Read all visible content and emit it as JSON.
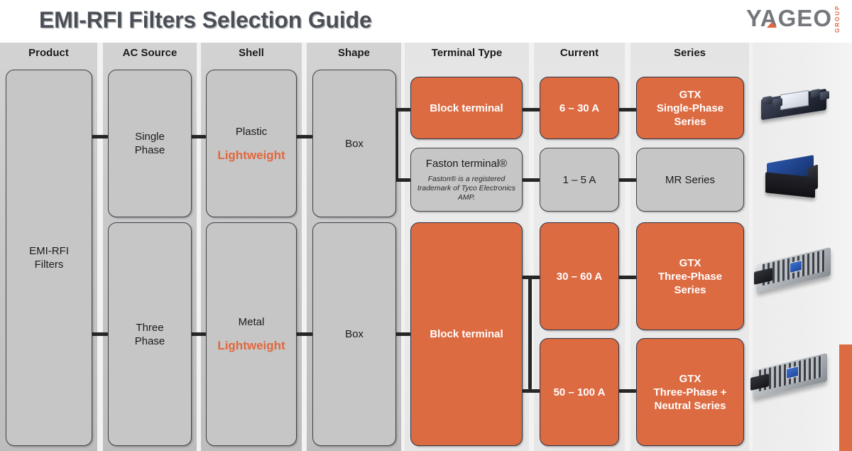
{
  "header": {
    "title": "EMI-RFI Filters Selection Guide",
    "logo": {
      "word": "YAGEO",
      "group": "GROUP"
    }
  },
  "colors": {
    "accent_orange": "#dd6b42",
    "title_gray": "#4a4f57",
    "node_gray": "#c6c6c6",
    "node_border": "#2e3444",
    "column_gray": "#c9c9c9",
    "band_background": "#f2f2f2",
    "highlight_text": "#e2673d"
  },
  "columns": [
    {
      "key": "product",
      "header": "Product"
    },
    {
      "key": "ac_source",
      "header": "AC Source"
    },
    {
      "key": "shell",
      "header": "Shell"
    },
    {
      "key": "shape",
      "header": "Shape"
    },
    {
      "key": "terminal_type",
      "header": "Terminal Type"
    },
    {
      "key": "current",
      "header": "Current"
    },
    {
      "key": "series",
      "header": "Series"
    }
  ],
  "nodes": {
    "product": [
      {
        "id": "emi-rfi-filters",
        "style": "grey",
        "lines": [
          "EMI-RFI",
          "Filters"
        ]
      }
    ],
    "ac_source": [
      {
        "id": "single-phase",
        "style": "grey",
        "lines": [
          "Single",
          "Phase"
        ]
      },
      {
        "id": "three-phase",
        "style": "grey",
        "lines": [
          "Three",
          "Phase"
        ]
      }
    ],
    "shell": [
      {
        "id": "plastic-shell",
        "style": "grey",
        "lines": [
          "Plastic"
        ],
        "accent": "Lightweight"
      },
      {
        "id": "metal-shell",
        "style": "grey",
        "lines": [
          "Metal"
        ],
        "accent": "Lightweight"
      }
    ],
    "shape": [
      {
        "id": "shape-box-top",
        "style": "grey",
        "lines": [
          "Box"
        ]
      },
      {
        "id": "shape-box-bottom",
        "style": "grey",
        "lines": [
          "Box"
        ]
      }
    ],
    "terminal_type": [
      {
        "id": "block-terminal-top",
        "style": "orange",
        "lines": [
          "Block terminal"
        ]
      },
      {
        "id": "faston-terminal",
        "style": "grey",
        "lines": [
          "Faston terminal®"
        ],
        "note": "Faston® is a registered trademark of Tyco Electronics AMP."
      },
      {
        "id": "block-terminal-bottom",
        "style": "orange",
        "lines": [
          "Block terminal"
        ]
      }
    ],
    "current": [
      {
        "id": "current-6-30",
        "style": "orange",
        "lines": [
          "6 – 30 A"
        ]
      },
      {
        "id": "current-1-5",
        "style": "grey",
        "lines": [
          "1 – 5 A"
        ]
      },
      {
        "id": "current-30-60",
        "style": "orange",
        "lines": [
          "30 – 60 A"
        ]
      },
      {
        "id": "current-50-100",
        "style": "orange",
        "lines": [
          "50 – 100 A"
        ]
      }
    ],
    "series": [
      {
        "id": "gtx-single-phase",
        "style": "orange",
        "lines": [
          "GTX",
          "Single-Phase",
          "Series"
        ]
      },
      {
        "id": "mr-series",
        "style": "grey",
        "lines": [
          "MR Series"
        ]
      },
      {
        "id": "gtx-three-phase",
        "style": "orange",
        "lines": [
          "GTX",
          "Three-Phase",
          "Series"
        ]
      },
      {
        "id": "gtx-three-phase-neutral",
        "style": "orange",
        "lines": [
          "GTX",
          "Three-Phase +",
          "Neutral Series"
        ]
      }
    ]
  },
  "product_photos": [
    {
      "id": "photo-gtx-single-phase",
      "name": "single-phase-block-filter-photo"
    },
    {
      "id": "photo-mr-series",
      "name": "mr-series-module-photo"
    },
    {
      "id": "photo-gtx-three-phase",
      "name": "three-phase-filter-photo"
    },
    {
      "id": "photo-gtx-three-phase-neutral",
      "name": "three-phase-neutral-filter-photo"
    }
  ]
}
